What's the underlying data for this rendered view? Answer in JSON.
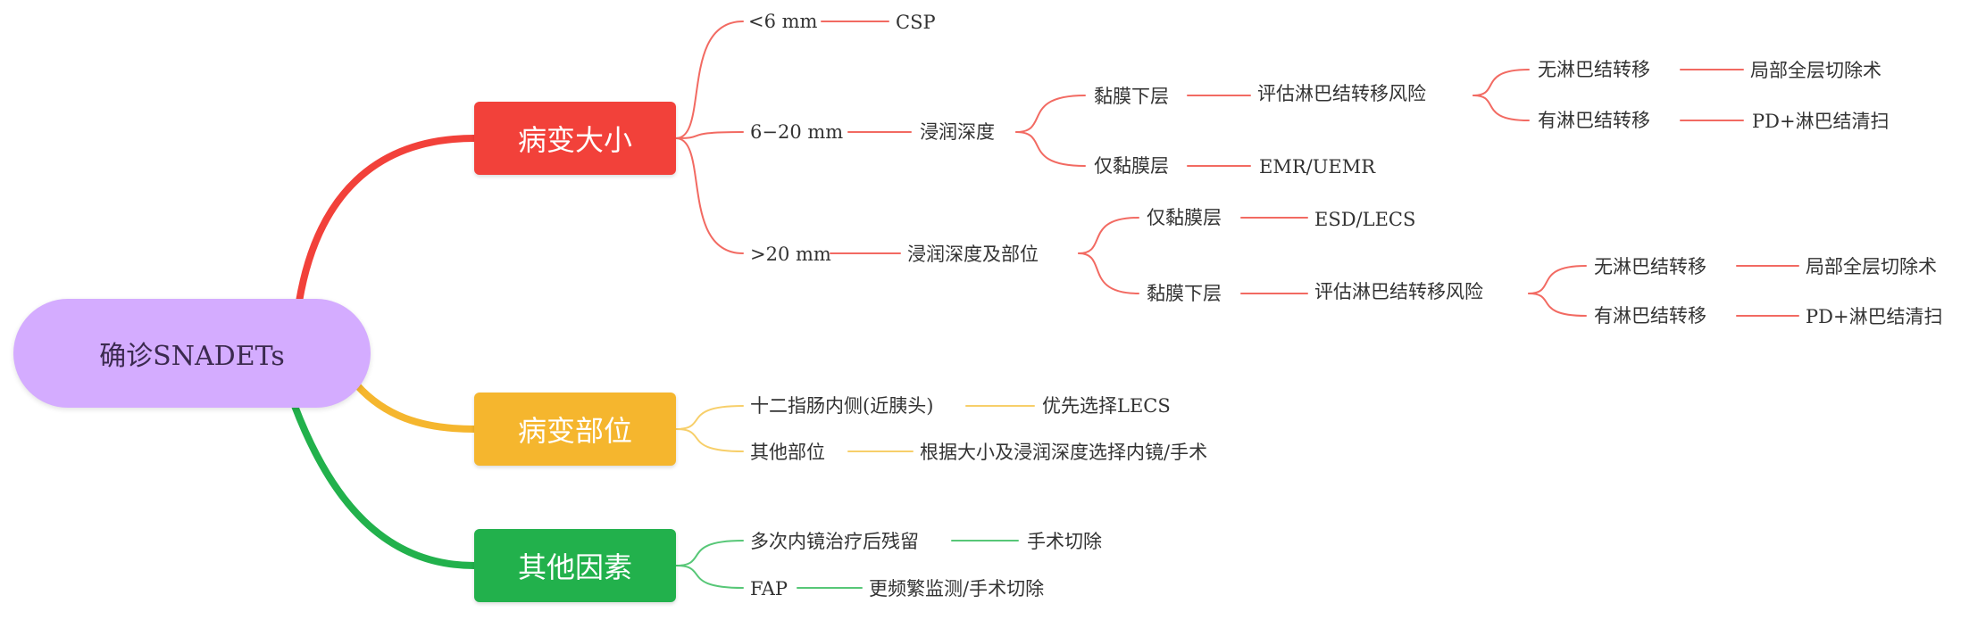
{
  "colors": {
    "root": "#d4acff",
    "size": "#f2413a",
    "size_link": "#f26a62",
    "location": "#f5b62e",
    "location_link": "#f7cf6a",
    "other": "#22b14c",
    "other_link": "#57c777"
  },
  "root": {
    "label": "确诊SNADETs"
  },
  "branches": {
    "size": {
      "label": "病变大小",
      "small": {
        "label": "<6 mm",
        "result": "CSP"
      },
      "mid": {
        "label": "6−20 mm",
        "depth": "浸润深度",
        "submucosa": "黏膜下层",
        "assess": "评估淋巴结转移风险",
        "no_meta": "无淋巴结转移",
        "no_meta_result": "局部全层切除术",
        "meta": "有淋巴结转移",
        "meta_result": "PD+淋巴结清扫",
        "mucosa": "仅黏膜层",
        "mucosa_result": "EMR/UEMR"
      },
      "large": {
        "label": ">20 mm",
        "depth": "浸润深度及部位",
        "mucosa": "仅黏膜层",
        "mucosa_result": "ESD/LECS",
        "submucosa": "黏膜下层",
        "assess": "评估淋巴结转移风险",
        "no_meta": "无淋巴结转移",
        "no_meta_result": "局部全层切除术",
        "meta": "有淋巴结转移",
        "meta_result": "PD+淋巴结清扫"
      }
    },
    "location": {
      "label": "病变部位",
      "medial": "十二指肠内侧(近胰头)",
      "medial_result": "优先选择LECS",
      "elsewhere": "其他部位",
      "elsewhere_result": "根据大小及浸润深度选择内镜/手术"
    },
    "other": {
      "label": "其他因素",
      "residual": "多次内镜治疗后残留",
      "residual_result": "手术切除",
      "fap": "FAP",
      "fap_result": "更频繁监测/手术切除"
    }
  }
}
